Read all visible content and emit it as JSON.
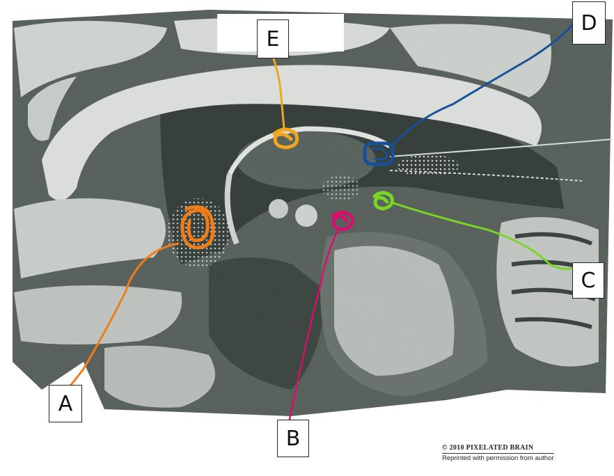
{
  "labels": {
    "A": "A",
    "B": "B",
    "C": "C",
    "D": "D",
    "E": "E"
  },
  "marker_colors": {
    "A": "#ef7d17",
    "B": "#d4106e",
    "C": "#79d626",
    "D": "#16509a",
    "E": "#f2a51e"
  },
  "image_palette": {
    "background": "#ffffff",
    "dark_tissue": "#3f4842",
    "mid_tissue": "#7b837e",
    "light_tissue": "#e6e8e6"
  },
  "credit": {
    "line1": "© 2010 PIXELATED BRAIN",
    "line2": "Reprinted with permission from author"
  }
}
